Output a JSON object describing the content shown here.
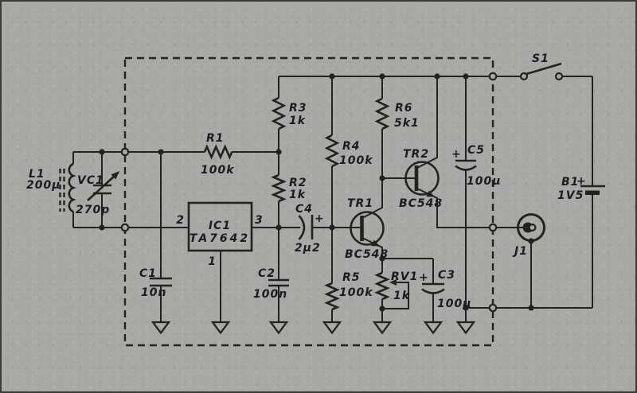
{
  "schematic": {
    "paper_color": "#a8a8a6",
    "ink_color": "#222220",
    "components": {
      "L1": {
        "ref": "L1",
        "value": "200μ"
      },
      "VC1": {
        "ref": "VC1",
        "value": "270p"
      },
      "R1": {
        "ref": "R1",
        "value": "100k"
      },
      "C1": {
        "ref": "C1",
        "value": "10n"
      },
      "IC1": {
        "ref": "IC1",
        "value": "TA7642",
        "pin_left": "2",
        "pin_right": "3",
        "pin_bottom": "1"
      },
      "C2": {
        "ref": "C2",
        "value": "100n"
      },
      "R3": {
        "ref": "R3",
        "value": "1k"
      },
      "R2": {
        "ref": "R2",
        "value": "1k"
      },
      "C4": {
        "ref": "C4",
        "value": "2μ2",
        "polarity": "+"
      },
      "R4": {
        "ref": "R4",
        "value": "100k"
      },
      "TR1": {
        "ref": "TR1",
        "value": "BC548"
      },
      "R5": {
        "ref": "R5",
        "value": "100k"
      },
      "RV1": {
        "ref": "RV1",
        "value": "1k"
      },
      "C3": {
        "ref": "C3",
        "value": "100μ",
        "polarity": "+"
      },
      "R6": {
        "ref": "R6",
        "value": "5k1"
      },
      "TR2": {
        "ref": "TR2",
        "value": "BC548"
      },
      "C5": {
        "ref": "C5",
        "value": "100μ",
        "polarity": "+"
      },
      "S1": {
        "ref": "S1"
      },
      "B1": {
        "ref": "B1",
        "value": "1V5",
        "polarity": "+"
      },
      "J1": {
        "ref": "J1"
      }
    }
  }
}
